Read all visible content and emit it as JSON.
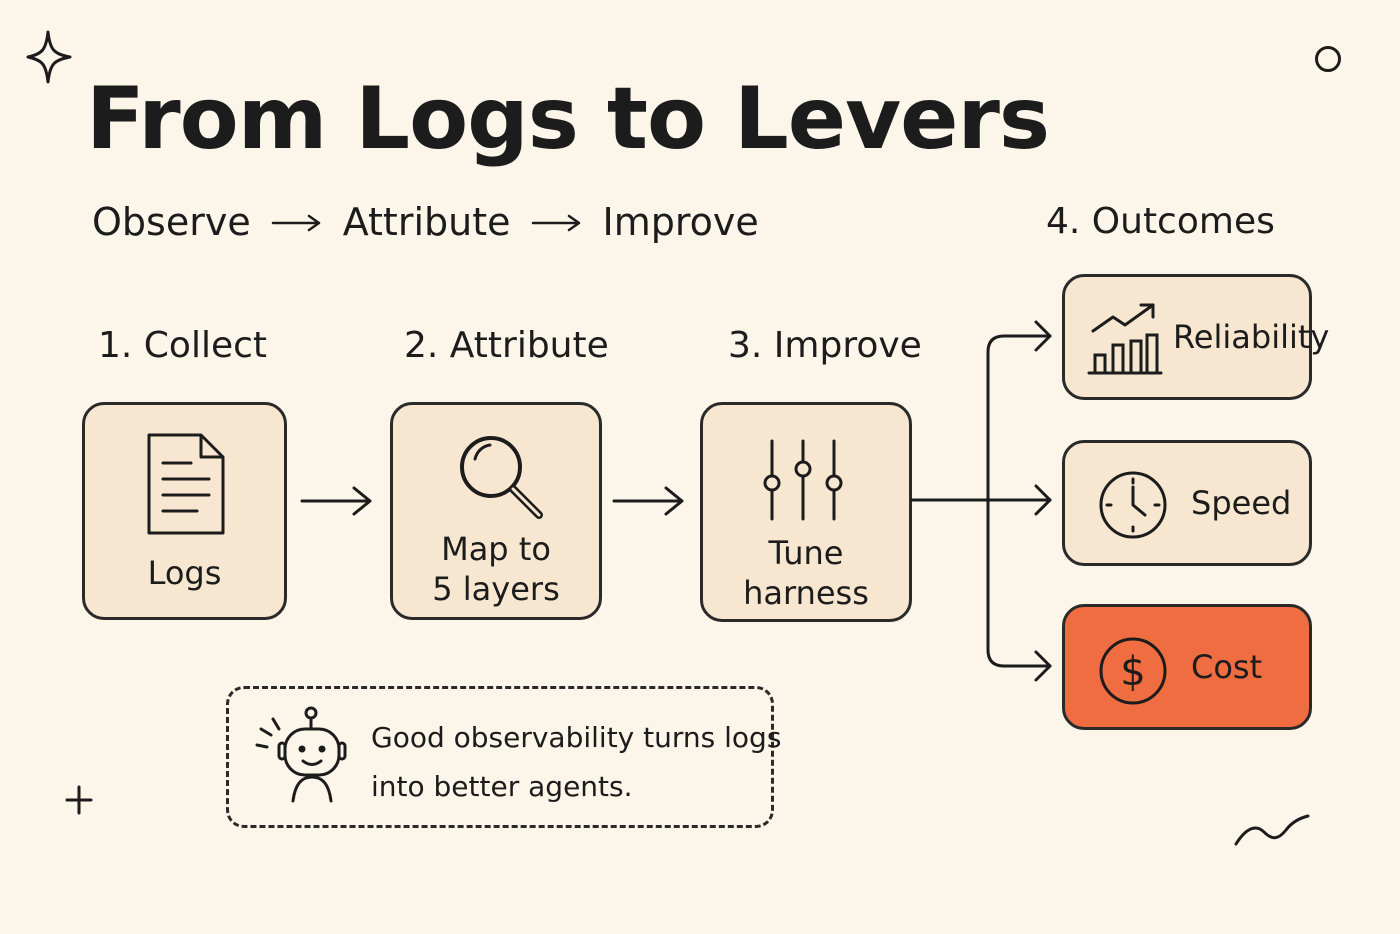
{
  "title": "From Logs to Levers",
  "subtitle": {
    "steps": [
      "Observe",
      "Attribute",
      "Improve"
    ]
  },
  "steps": [
    {
      "label": "1. Collect",
      "box_lines": [
        "Logs"
      ],
      "icon": "document-icon"
    },
    {
      "label": "2. Attribute",
      "box_lines": [
        "Map to",
        "5 layers"
      ],
      "icon": "magnifier-icon"
    },
    {
      "label": "3. Improve",
      "box_lines": [
        "Tune",
        "harness"
      ],
      "icon": "sliders-icon"
    }
  ],
  "outcomes": {
    "label": "4. Outcomes",
    "items": [
      {
        "label": "Reliability",
        "icon": "growth-chart-icon"
      },
      {
        "label": "Speed",
        "icon": "clock-icon"
      },
      {
        "label": "Cost",
        "icon": "dollar-icon",
        "highlight": true
      }
    ]
  },
  "note": {
    "lines": [
      "Good observability turns logs",
      "into better agents."
    ],
    "icon": "robot-icon"
  },
  "colors": {
    "background": "#fcf5ea",
    "box_fill": "#f7e7d1",
    "accent": "#ef6d40",
    "ink": "#1c1c1c"
  }
}
